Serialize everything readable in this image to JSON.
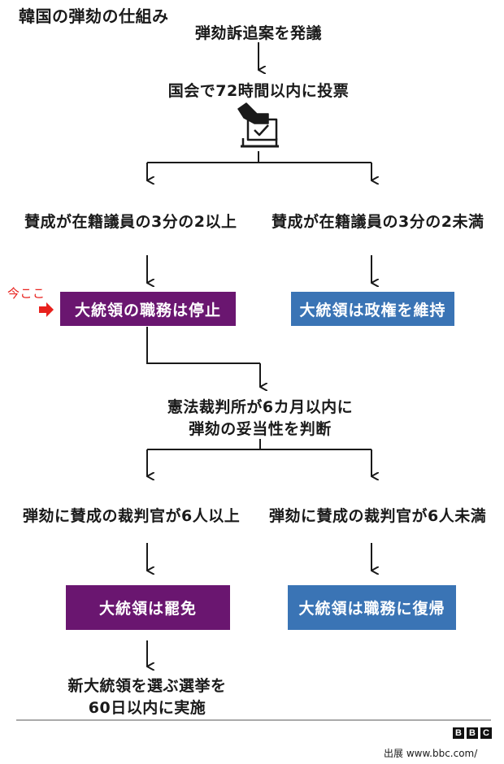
{
  "title": "韓国の弾劾の仕組み",
  "steps": {
    "motion": "弾劾訴追案を発議",
    "vote": "国会で72時間以内に投票",
    "yes_two_thirds": "賛成が在籍議員の3分の2以上",
    "no_two_thirds": "賛成が在籍議員の3分の2未満",
    "suspended": "大統領の職務は停止",
    "retains": "大統領は政権を維持",
    "court_line1": "憲法裁判所が6カ月以内に",
    "court_line2": "弾劾の妥当性を判断",
    "judges_yes": "弾劾に賛成の裁判官が6人以上",
    "judges_no": "弾劾に賛成の裁判官が6人未満",
    "removed": "大統領は罷免",
    "reinstated": "大統領は職務に復帰",
    "election_line1": "新大統領を選ぶ選挙を",
    "election_line2": "60日以内に実施"
  },
  "marker": {
    "label": "今ここ",
    "color": "#e8201c"
  },
  "colors": {
    "purple": "#6a1670",
    "blue": "#3a74b5"
  },
  "footer": {
    "logo": [
      "B",
      "B",
      "C"
    ],
    "source": "出展 www.bbc.com/"
  }
}
